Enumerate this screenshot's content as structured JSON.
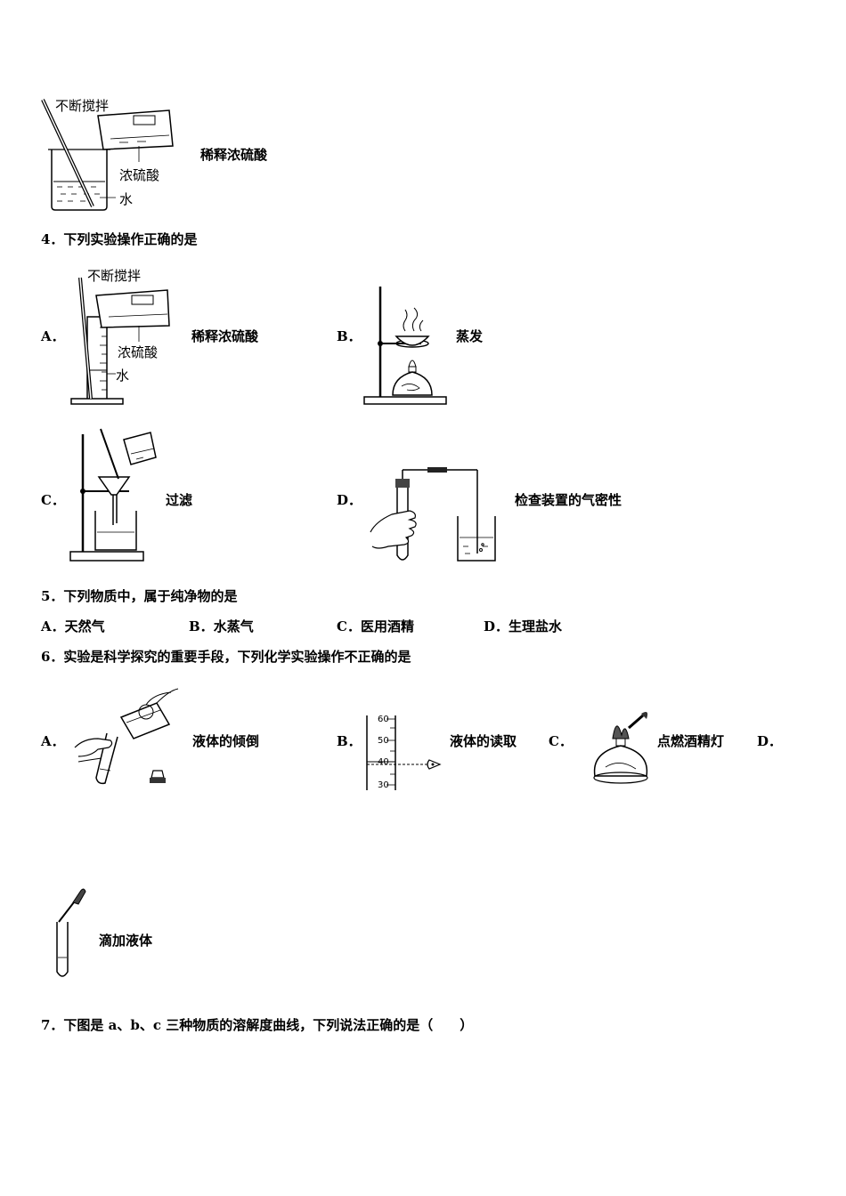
{
  "top": {
    "stir_label": "不断搅拌",
    "acid_label": "浓硫酸",
    "water_label": "水",
    "caption": "稀释浓硫酸"
  },
  "q4": {
    "stem": "4．下列实验操作正确的是",
    "options": [
      {
        "letter": "A．",
        "caption": "稀释浓硫酸",
        "stir_label": "不断搅拌",
        "acid_label": "浓硫酸",
        "water_label": "水"
      },
      {
        "letter": "B．",
        "caption": "蒸发"
      },
      {
        "letter": "C．",
        "caption": "过滤"
      },
      {
        "letter": "D．",
        "caption": "检查装置的气密性"
      }
    ]
  },
  "q5": {
    "stem": "5．下列物质中，属于纯净物的是",
    "options": [
      {
        "letter": "A．",
        "text": "天然气"
      },
      {
        "letter": "B．",
        "text": "水蒸气"
      },
      {
        "letter": "C．",
        "text": "医用酒精"
      },
      {
        "letter": "D．",
        "text": "生理盐水"
      }
    ]
  },
  "q6": {
    "stem": "6．实验是科学探究的重要手段，下列化学实验操作不正确的是",
    "options": [
      {
        "letter": "A．",
        "caption": "液体的倾倒"
      },
      {
        "letter": "B．",
        "caption": "液体的读取",
        "ticks": [
          "60",
          "50",
          "40",
          "30"
        ]
      },
      {
        "letter": "C．",
        "caption": "点燃酒精灯"
      },
      {
        "letter": "D．",
        "caption": "滴加液体"
      }
    ]
  },
  "q7": {
    "stem": "7．下图是 a、b、c 三种物质的溶解度曲线，下列说法正确的是（　　）"
  }
}
